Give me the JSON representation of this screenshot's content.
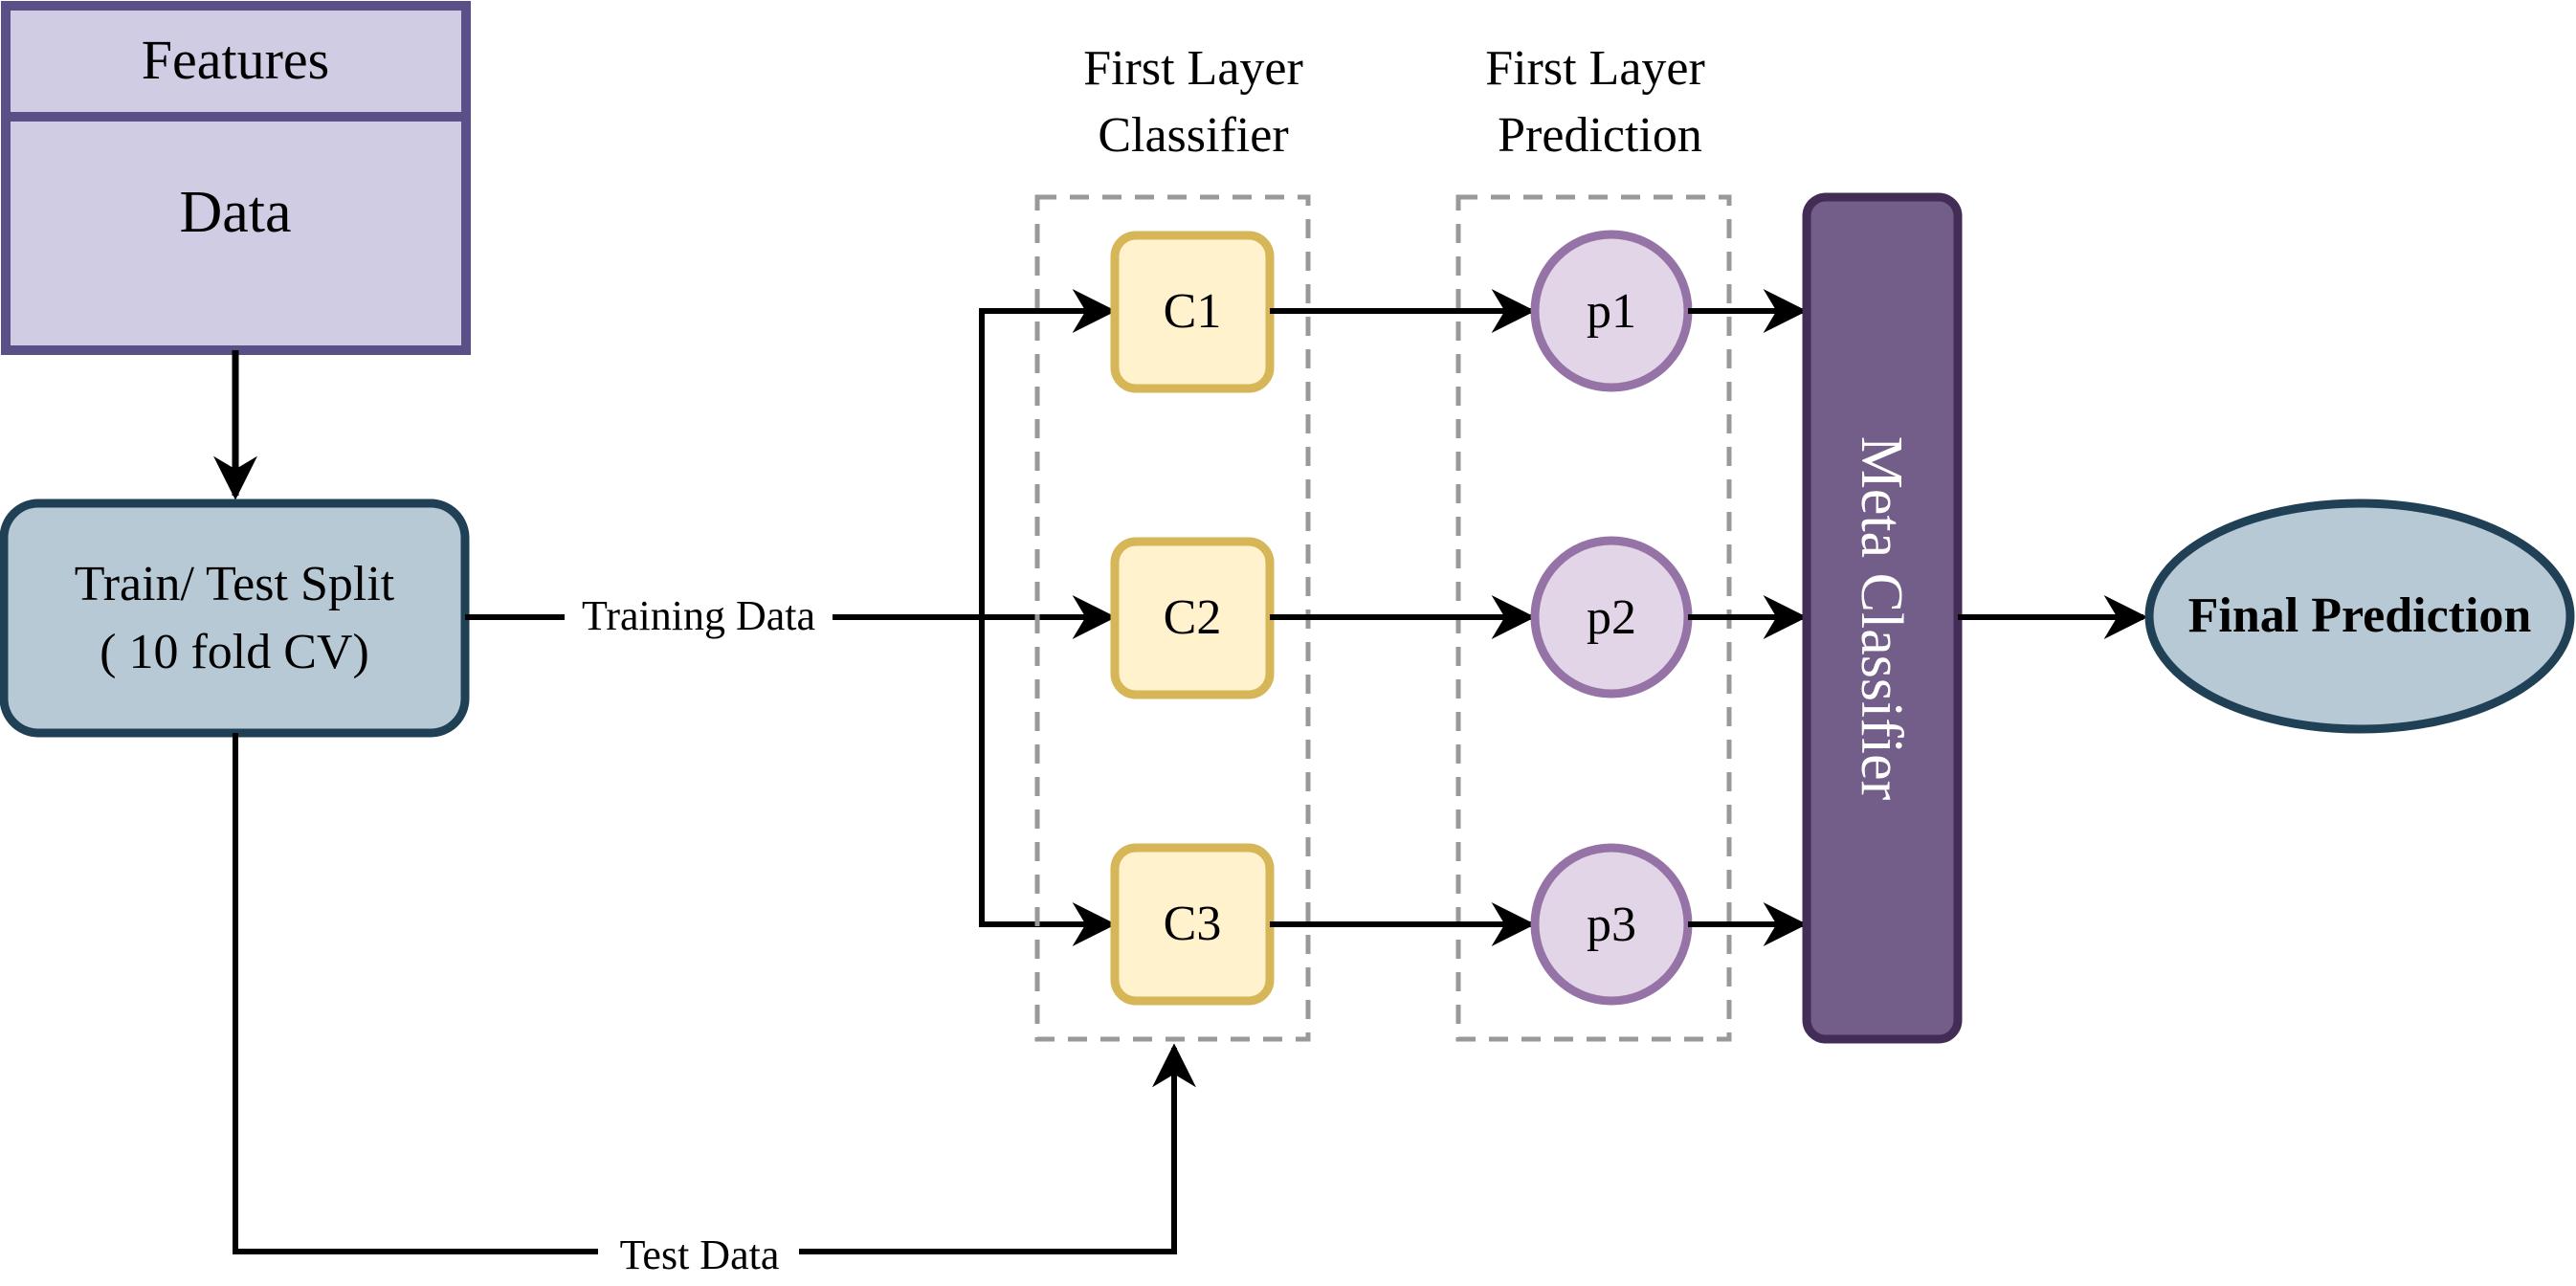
{
  "data_block": {
    "features_label": "Features",
    "data_label": "Data"
  },
  "split": {
    "line1": "Train/ Test Split",
    "line2": "( 10 fold CV)"
  },
  "edges": {
    "training_data": "Training Data",
    "test_data": "Test Data"
  },
  "headers": {
    "classifier_line1": "First Layer",
    "classifier_line2": "Classifier",
    "prediction_line1": "First Layer",
    "prediction_line2": "Prediction"
  },
  "classifiers": [
    "C1",
    "C2",
    "C3"
  ],
  "predictions": [
    "p1",
    "p2",
    "p3"
  ],
  "meta": {
    "label": "Meta Classifier"
  },
  "final": {
    "label": "Final Prediction"
  },
  "colors": {
    "data_fill": "#d0cce3",
    "data_stroke": "#5a4f86",
    "split_fill": "#b8c9d6",
    "split_stroke": "#1f4055",
    "classifier_fill": "#fff2cc",
    "classifier_stroke": "#d6b656",
    "prediction_fill": "#e1d5e7",
    "prediction_stroke": "#9673a6",
    "meta_fill": "#735d89",
    "meta_stroke": "#432d57",
    "final_fill": "#b8c9d6",
    "final_stroke": "#1f4055",
    "edge": "#000000",
    "dashed": "#999999"
  }
}
